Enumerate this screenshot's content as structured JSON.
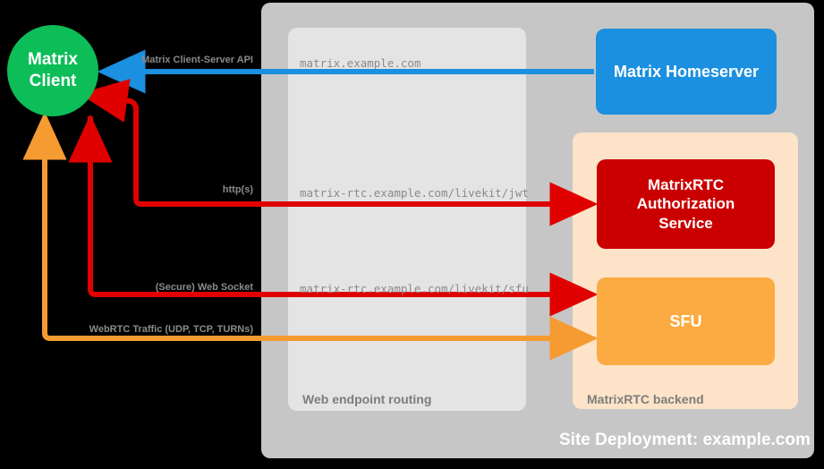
{
  "diagram": {
    "title": "Site Deployment: example.com",
    "colors": {
      "client": "#0dbd58",
      "homeserver": "#1b8fe0",
      "auth_service": "#ca0000",
      "sfu": "#fbab42",
      "site_container": "#c6c6c6",
      "routing_container": "#e4e4e4",
      "backend_container": "#fde3c8",
      "label_gray": "#8a8a8a"
    }
  },
  "nodes": {
    "client": "Matrix\nClient",
    "client_line1": "Matrix",
    "client_line2": "Client",
    "homeserver": "Matrix Homeserver",
    "auth_line1": "MatrixRTC",
    "auth_line2": "Authorization",
    "auth_line3": "Service",
    "sfu": "SFU"
  },
  "containers": {
    "site": "Site Deployment: example.com",
    "web_routing": "Web endpoint routing",
    "rtc_backend": "MatrixRTC backend"
  },
  "flows": [
    {
      "protocol": "Matrix Client-Server API",
      "endpoint": "matrix.example.com",
      "color": "#1b8fe0",
      "direction": "to-client"
    },
    {
      "protocol": "http(s)",
      "endpoint": "matrix-rtc.example.com/livekit/jwt",
      "color": "#e00000",
      "direction": "bidirectional"
    },
    {
      "protocol": "(Secure) Web Socket",
      "endpoint": "matrix-rtc.example.com/livekit/sfu",
      "color": "#e00000",
      "direction": "bidirectional"
    },
    {
      "protocol": "WebRTC Traffic (UDP, TCP, TURNs)",
      "endpoint": "",
      "color": "#f59b31",
      "direction": "bidirectional"
    }
  ]
}
